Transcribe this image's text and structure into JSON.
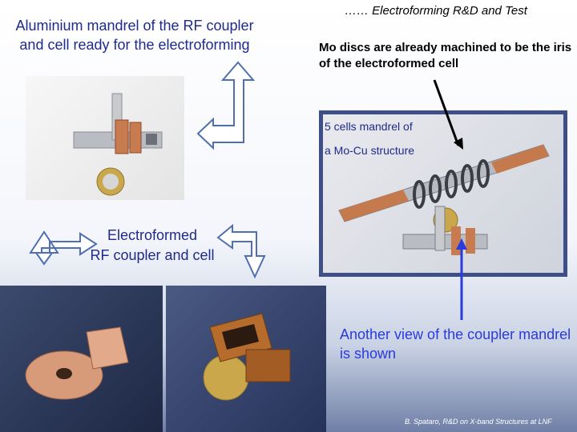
{
  "slide": {
    "title_left": "Aluminium mandrel of the RF coupler and cell  ready for the electroforming",
    "title_right": "…… Electroforming R&D and Test",
    "subtitle_right": "Mo discs are already machined to be the iris of the electroformed cell",
    "cells_label_line1": "5 cells mandrel of",
    "cells_label_line2": "a Mo-Cu structure",
    "electroformed_line1": "Electroformed",
    "electroformed_line2": "RF coupler and cell",
    "another_view": "Another view of the coupler mandrel is shown",
    "footer": "B. Spataro, R&D on X-band Structures at LNF"
  }
}
